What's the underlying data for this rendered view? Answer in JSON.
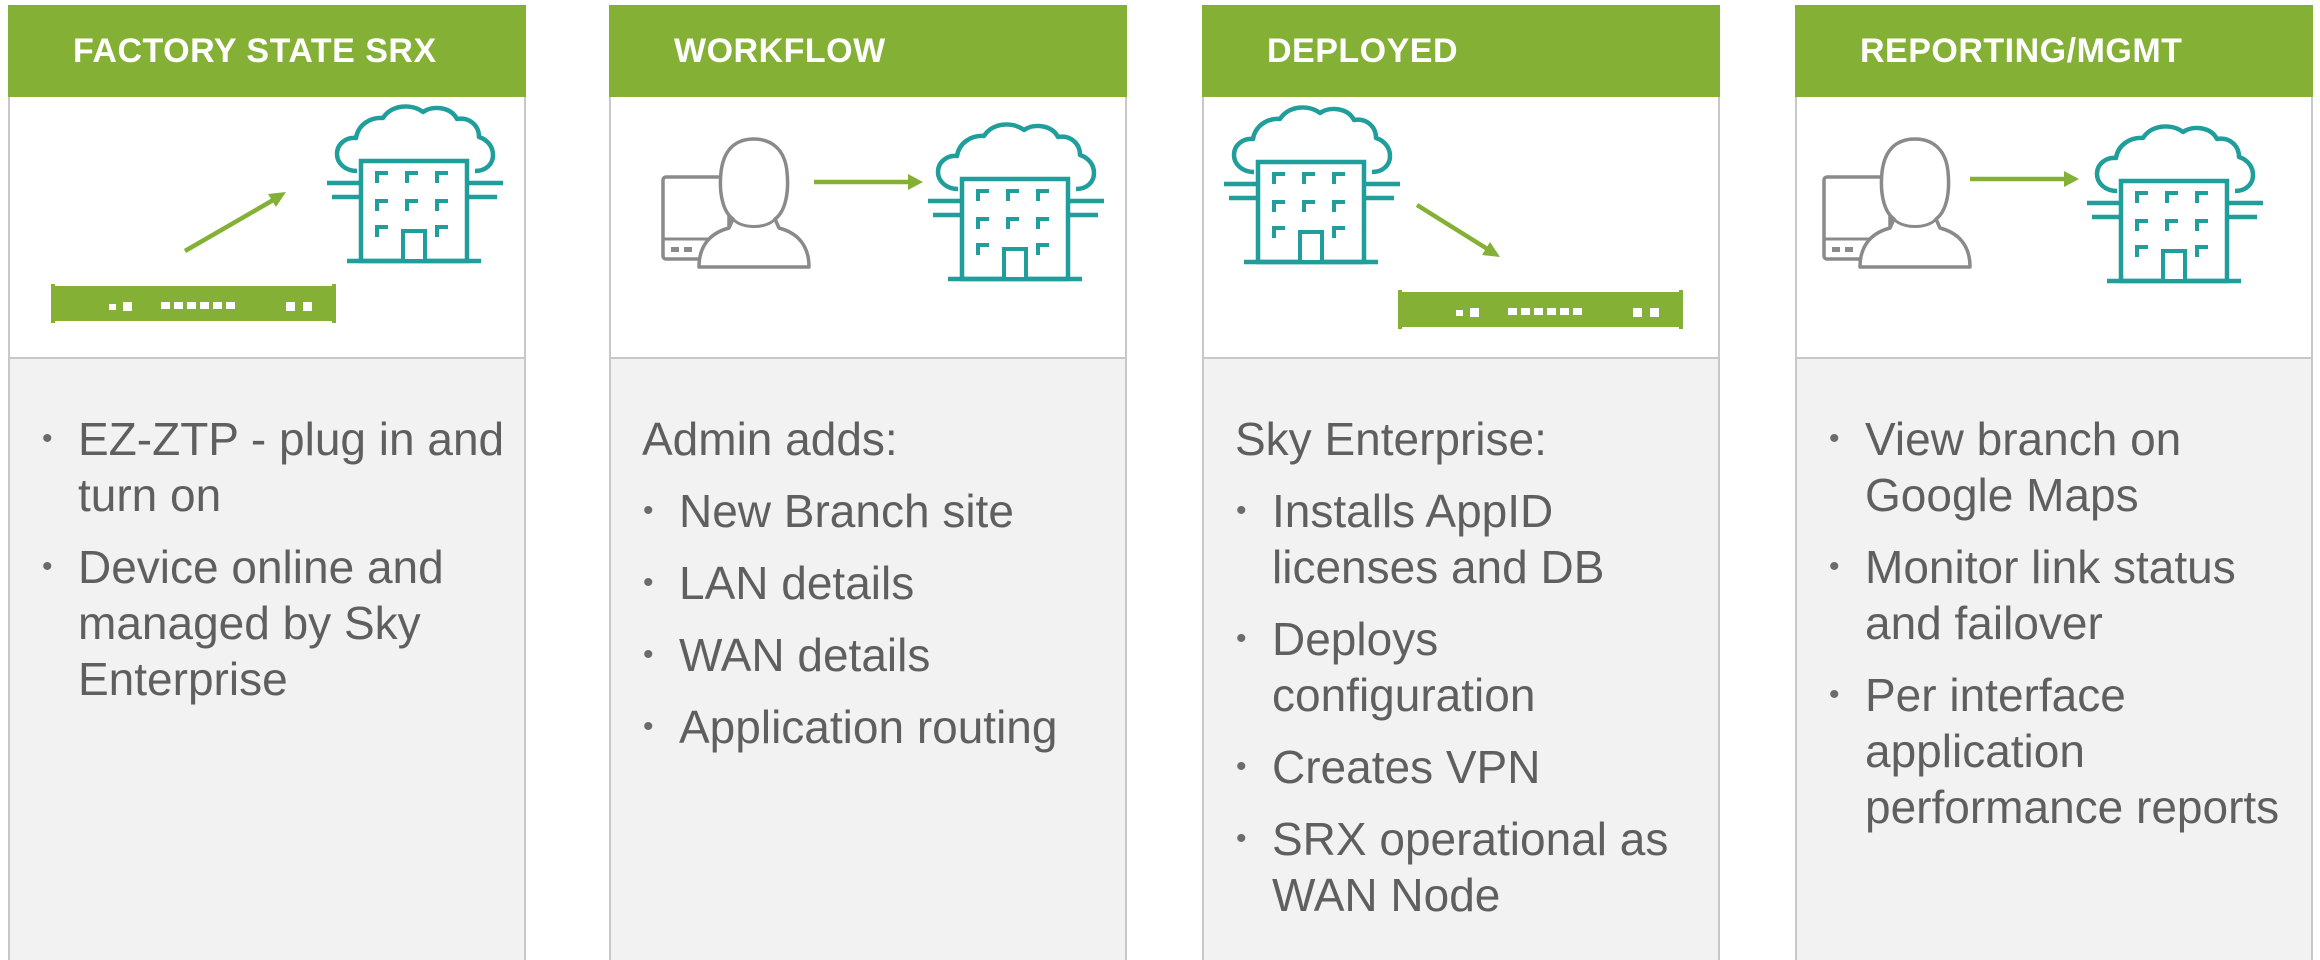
{
  "colors": {
    "header_green": "#84b135",
    "teal": "#1f9e9b",
    "device_green": "#84b135",
    "arrow_green": "#84b135",
    "gray_line": "#8a8a8a",
    "body_bg": "#f2f2f2",
    "body_text": "#5f5f5f"
  },
  "panels": [
    {
      "title": "FACTORY STATE SRX",
      "icons": [
        "srx-device-icon",
        "arrow-icon",
        "cloud-building-icon"
      ],
      "lead": "",
      "bullets": [
        "EZ-ZTP - plug in and turn on",
        "Device online and managed by Sky Enterprise"
      ]
    },
    {
      "title": "WORKFLOW",
      "icons": [
        "admin-user-icon",
        "arrow-icon",
        "cloud-building-icon"
      ],
      "lead": "Admin adds:",
      "bullets": [
        "New Branch site",
        "LAN details",
        "WAN details",
        "Application routing"
      ]
    },
    {
      "title": "DEPLOYED",
      "icons": [
        "cloud-building-icon",
        "arrow-icon",
        "srx-device-icon"
      ],
      "lead": "Sky Enterprise:",
      "bullets": [
        "Installs AppID licenses and DB",
        "Deploys configuration",
        "Creates VPN",
        "SRX operational as WAN Node"
      ]
    },
    {
      "title": "REPORTING/MGMT",
      "icons": [
        "admin-user-icon",
        "arrow-icon",
        "cloud-building-icon"
      ],
      "lead": "",
      "bullets": [
        "View branch on Google Maps",
        "Monitor link status and failover",
        "Per interface application performance reports"
      ]
    }
  ]
}
